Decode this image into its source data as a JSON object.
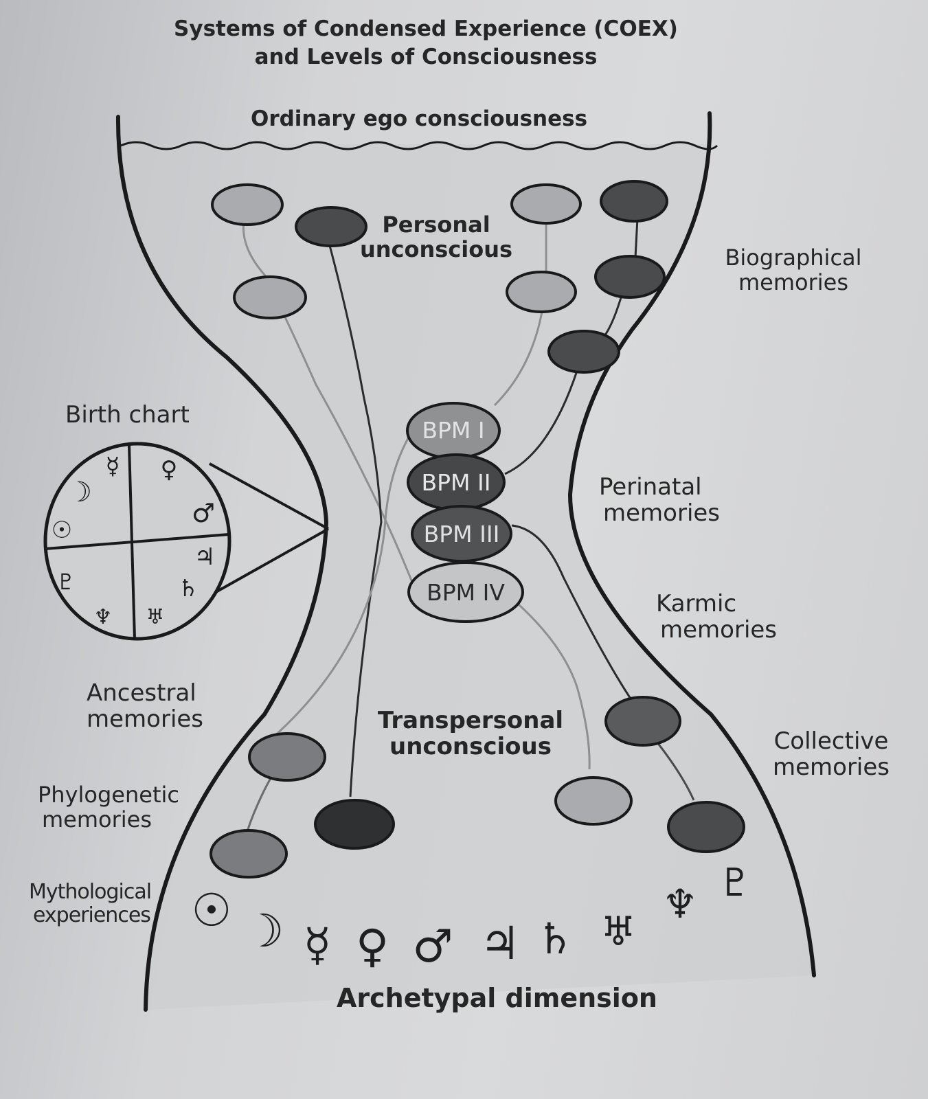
{
  "title": {
    "line1": "Systems of Condensed Experience (COEX)",
    "line2": "and Levels of Consciousness"
  },
  "labels": {
    "ordinary_ego": "Ordinary ego consciousness",
    "personal_unconscious": [
      "Personal",
      "unconscious"
    ],
    "biographical_memories": [
      "Biographical",
      "memories"
    ],
    "birth_chart": "Birth chart",
    "perinatal_memories": [
      "Perinatal",
      "memories"
    ],
    "karmic_memories": [
      "Karmic",
      "memories"
    ],
    "ancestral_memories": [
      "Ancestral",
      "memories"
    ],
    "transpersonal_unconscious": [
      "Transpersonal",
      "unconscious"
    ],
    "collective_memories": [
      "Collective",
      "memories"
    ],
    "phylogenetic_memories": [
      "Phylogenetic",
      "memories"
    ],
    "mythological_experiences": [
      "Mythological",
      "experiences"
    ],
    "archetypal_dimension": "Archetypal dimension"
  },
  "bpm": [
    "BPM I",
    "BPM II",
    "BPM III",
    "BPM IV"
  ],
  "birth_chart_symbols": [
    "☿",
    "♀",
    "☽",
    "♂",
    "☉",
    "♃",
    "♇",
    "♄",
    "♆",
    "♅"
  ],
  "planet_symbols": [
    "☉",
    "☽",
    "☿",
    "♀",
    "♂",
    "♃",
    "♄",
    "♅",
    "♆",
    "♇"
  ],
  "colors": {
    "outline": "#1a1a1a",
    "light_fill": "#a9abae",
    "medium_fill": "#7a7c7f",
    "dark_fill": "#4a4b4d",
    "channel_fill": "#c9cacc"
  }
}
